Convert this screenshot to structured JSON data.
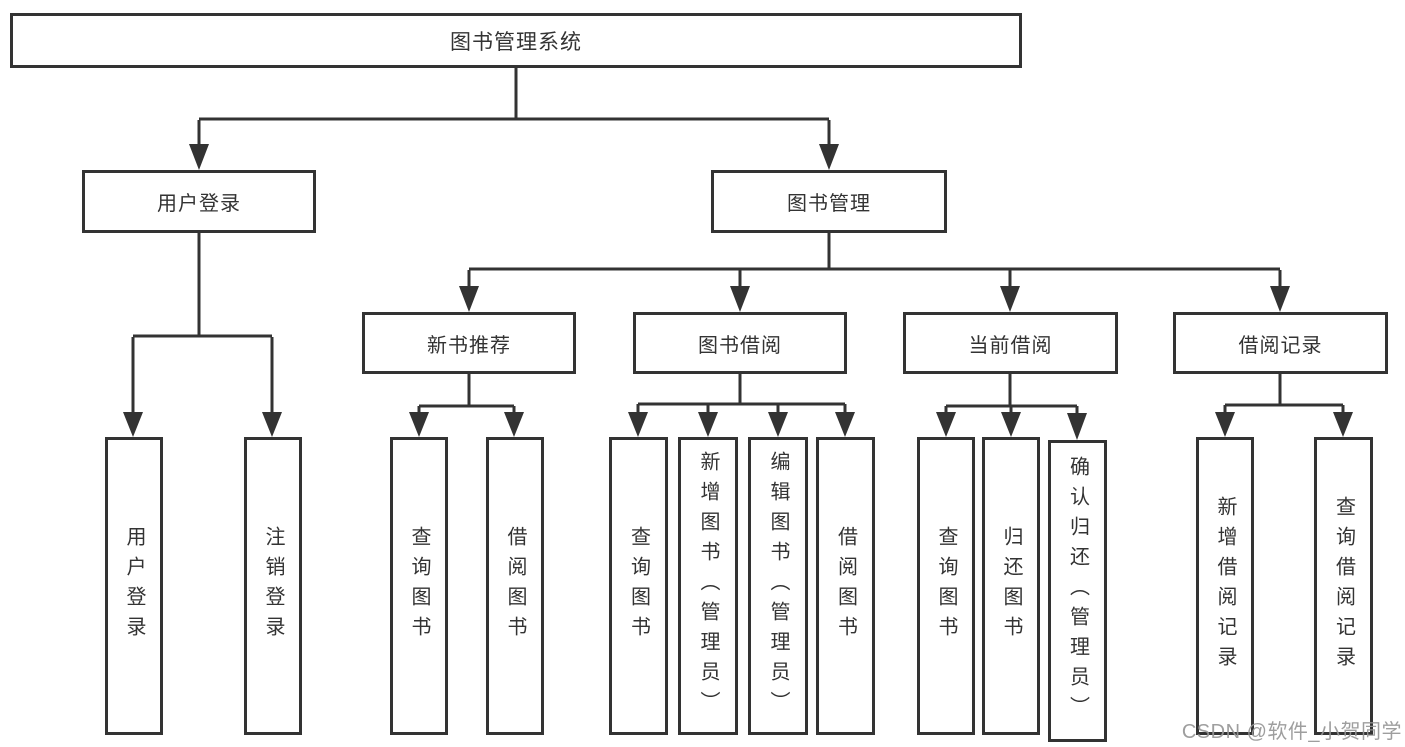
{
  "tree": {
    "label": "图书管理系统",
    "children": [
      {
        "label": "用户登录",
        "children": [
          {
            "label": "用户登录"
          },
          {
            "label": "注销登录"
          }
        ]
      },
      {
        "label": "图书管理",
        "children": [
          {
            "label": "新书推荐",
            "children": [
              {
                "label": "查询图书"
              },
              {
                "label": "借阅图书"
              }
            ]
          },
          {
            "label": "图书借阅",
            "children": [
              {
                "label": "查询图书"
              },
              {
                "label": "新增图书（管理员）"
              },
              {
                "label": "编辑图书（管理员）"
              },
              {
                "label": "借阅图书"
              }
            ]
          },
          {
            "label": "当前借阅",
            "children": [
              {
                "label": "查询图书"
              },
              {
                "label": "归还图书"
              },
              {
                "label": "确认归还（管理员）"
              }
            ]
          },
          {
            "label": "借阅记录",
            "children": [
              {
                "label": "新增借阅记录"
              },
              {
                "label": "查询借阅记录"
              }
            ]
          }
        ]
      }
    ]
  },
  "watermark": "CSDN @软件_小贺同学",
  "colors": {
    "line": "#333333",
    "box_border": "#333333",
    "text": "#333333",
    "watermark": "#969696",
    "background": "#ffffff"
  }
}
